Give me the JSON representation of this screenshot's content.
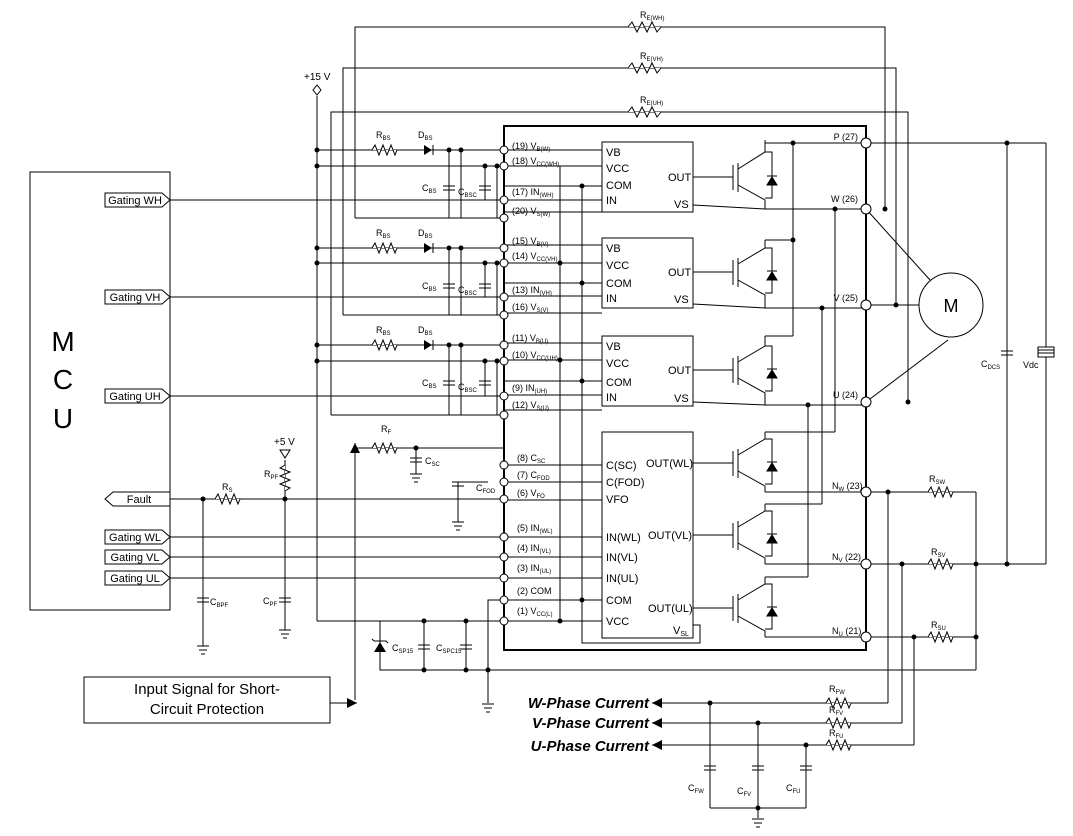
{
  "mcu": {
    "letters": [
      "M",
      "C",
      "U"
    ]
  },
  "supplies": {
    "p15v": "+15 V",
    "p5v": "+5 V"
  },
  "mcu_ports": [
    "Gating WH",
    "Gating VH",
    "Gating UH",
    "Fault",
    "Gating WL",
    "Gating VL",
    "Gating UL"
  ],
  "resistors": {
    "rewh": [
      "R",
      "E(WH)"
    ],
    "revh": [
      "R",
      "E(VH)"
    ],
    "reuh": [
      "R",
      "E(UH)"
    ],
    "rbs": [
      "R",
      "BS"
    ],
    "rf": [
      "R",
      "F"
    ],
    "rpf": [
      "R",
      "PF"
    ],
    "rs": [
      "R",
      "S"
    ],
    "rsw": [
      "R",
      "SW"
    ],
    "rsv": [
      "R",
      "SV"
    ],
    "rsu": [
      "R",
      "SU"
    ],
    "rfw": [
      "R",
      "FW"
    ],
    "rfv": [
      "R",
      "FV"
    ],
    "rfu": [
      "R",
      "FU"
    ]
  },
  "capacitors": {
    "cbs": [
      "C",
      "BS"
    ],
    "cbsc": [
      "C",
      "BSC"
    ],
    "csc": [
      "C",
      "SC"
    ],
    "cfod": [
      "C",
      "FOD"
    ],
    "cbpf": [
      "C",
      "BPF"
    ],
    "cpf": [
      "C",
      "PF"
    ],
    "csp15": [
      "C",
      "SP15"
    ],
    "cspc15": [
      "C",
      "SPC15"
    ],
    "cdcs": [
      "C",
      "DCS"
    ],
    "cfw": [
      "C",
      "FW"
    ],
    "cfv": [
      "C",
      "FV"
    ],
    "cfu": [
      "C",
      "FU"
    ]
  },
  "diodes": {
    "dbs": [
      "D",
      "BS"
    ]
  },
  "vdc": "Vdc",
  "motor": "M",
  "module_pins": [
    [
      "(19) V",
      "B(W)"
    ],
    [
      "(18) V",
      "CC(WH)"
    ],
    [
      "(17) IN",
      "(WH)"
    ],
    [
      "(20) V",
      "S(W)"
    ],
    [
      "(15) V",
      "B(V)"
    ],
    [
      "(14) V",
      "CC(VH)"
    ],
    [
      "(13) IN",
      "(VH)"
    ],
    [
      "(16) V",
      "S(V)"
    ],
    [
      "(11) V",
      "B(U)"
    ],
    [
      "(10) V",
      "CC(UH)"
    ],
    [
      "(9) IN",
      "(UH)"
    ],
    [
      "(12) V",
      "S(U)"
    ],
    [
      "(8) C",
      "SC"
    ],
    [
      "(7) C",
      "FOD"
    ],
    [
      "(6) V",
      "FO"
    ],
    [
      "(5) IN",
      "(WL)"
    ],
    [
      "(4) IN",
      "(VL)"
    ],
    [
      "(3) IN",
      "(UL)"
    ],
    [
      "(2) COM",
      ""
    ],
    [
      "(1) V",
      "CC(L)"
    ]
  ],
  "hvic_labels": {
    "left": [
      "VB",
      "VCC",
      "COM",
      "IN"
    ],
    "out": "OUT",
    "vs": "VS"
  },
  "lvic_labels": {
    "left": [
      "C(SC)",
      "C(FOD)",
      "VFO",
      "IN(WL)",
      "IN(VL)",
      "IN(UL)",
      "COM",
      "VCC"
    ],
    "outs": [
      "OUT(WL)",
      "OUT(VL)",
      "OUT(UL)"
    ],
    "vsl": [
      "V",
      "SL"
    ]
  },
  "power_pins": [
    [
      "P (27)",
      ""
    ],
    [
      "W (26)",
      ""
    ],
    [
      "V (25)",
      ""
    ],
    [
      "U (24)",
      ""
    ],
    [
      "N",
      "W",
      " (23)"
    ],
    [
      "N",
      "V",
      " (22)"
    ],
    [
      "N",
      "U",
      " (21)"
    ]
  ],
  "input_box": {
    "line1": "Input Signal for Short-",
    "line2": "Circuit Protection"
  },
  "currents": [
    "W-Phase Current",
    "V-Phase Current",
    "U-Phase Current"
  ]
}
